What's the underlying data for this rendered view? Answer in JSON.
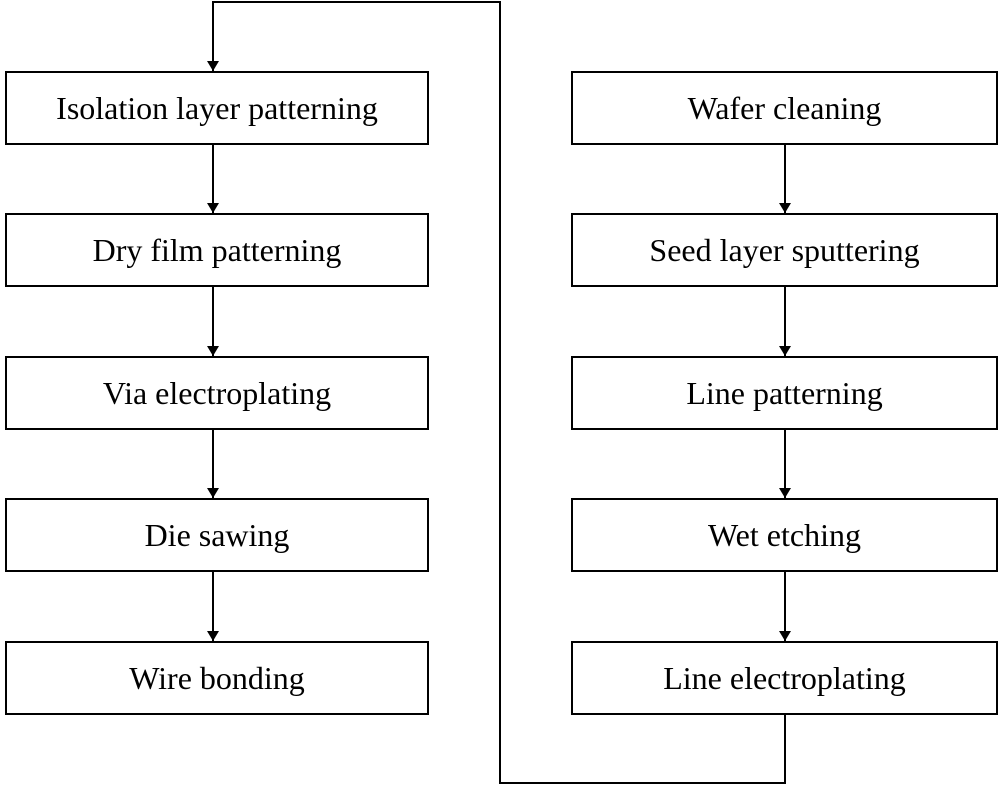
{
  "left_column": {
    "steps": [
      "Isolation layer patterning",
      "Dry film patterning",
      "Via electroplating",
      "Die sawing",
      "Wire bonding"
    ]
  },
  "right_column": {
    "steps": [
      "Wafer cleaning",
      "Seed layer sputtering",
      "Line patterning",
      "Wet etching",
      "Line electroplating"
    ]
  },
  "colors": {
    "stroke": "#000000",
    "background": "#ffffff"
  }
}
